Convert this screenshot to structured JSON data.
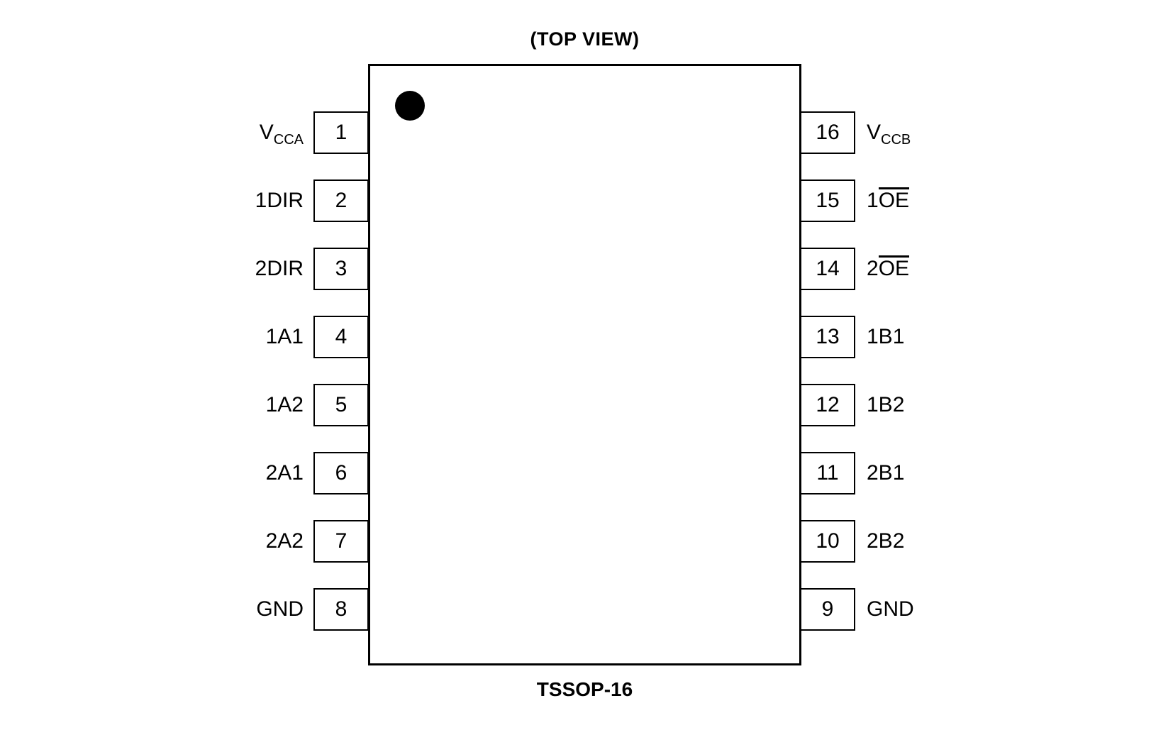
{
  "title": "(TOP VIEW)",
  "package_label": "TSSOP-16",
  "colors": {
    "line": "#000000",
    "background": "#ffffff",
    "pin1_marker": "#000000"
  },
  "icons": {
    "pin1_indicator": "filled-circle"
  },
  "pins": {
    "left": [
      {
        "number": "1",
        "label": {
          "main": "V",
          "sub": "CCA"
        }
      },
      {
        "number": "2",
        "label": {
          "main": "1DIR"
        }
      },
      {
        "number": "3",
        "label": {
          "main": "2DIR"
        }
      },
      {
        "number": "4",
        "label": {
          "main": "1A1"
        }
      },
      {
        "number": "5",
        "label": {
          "main": "1A2"
        }
      },
      {
        "number": "6",
        "label": {
          "main": "2A1"
        }
      },
      {
        "number": "7",
        "label": {
          "main": "2A2"
        }
      },
      {
        "number": "8",
        "label": {
          "main": "GND"
        }
      }
    ],
    "right": [
      {
        "number": "16",
        "label": {
          "main": "V",
          "sub": "CCB"
        }
      },
      {
        "number": "15",
        "label": {
          "pre": "1",
          "over": "OE"
        }
      },
      {
        "number": "14",
        "label": {
          "pre": "2",
          "over": "OE"
        }
      },
      {
        "number": "13",
        "label": {
          "main": "1B1"
        }
      },
      {
        "number": "12",
        "label": {
          "main": "1B2"
        }
      },
      {
        "number": "11",
        "label": {
          "main": "2B1"
        }
      },
      {
        "number": "10",
        "label": {
          "main": "2B2"
        }
      },
      {
        "number": "9",
        "label": {
          "main": "GND"
        }
      }
    ]
  }
}
